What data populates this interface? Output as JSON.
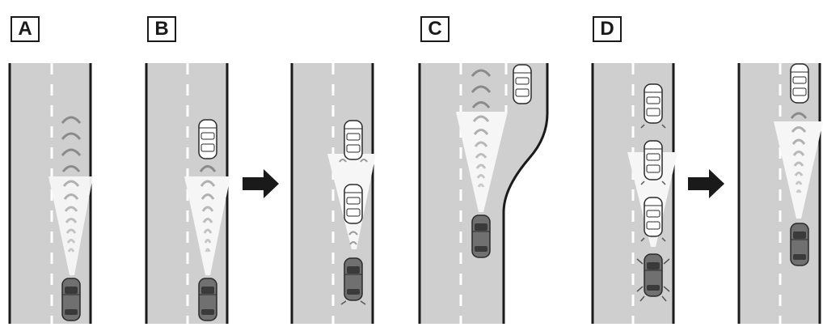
{
  "panels": [
    {
      "id": "A",
      "label": "A"
    },
    {
      "id": "B",
      "label": "B"
    },
    {
      "id": "C",
      "label": "C"
    },
    {
      "id": "D",
      "label": "D"
    }
  ],
  "colors": {
    "road": "#cfcfcf",
    "edge": "#1a1a1a",
    "lane_dash": "#ffffff",
    "beam": "#f4f4f4",
    "own_car": "#707070",
    "other_car": "#ffffff",
    "arrow": "#1a1a1a",
    "wave": "#8a8a8a"
  }
}
